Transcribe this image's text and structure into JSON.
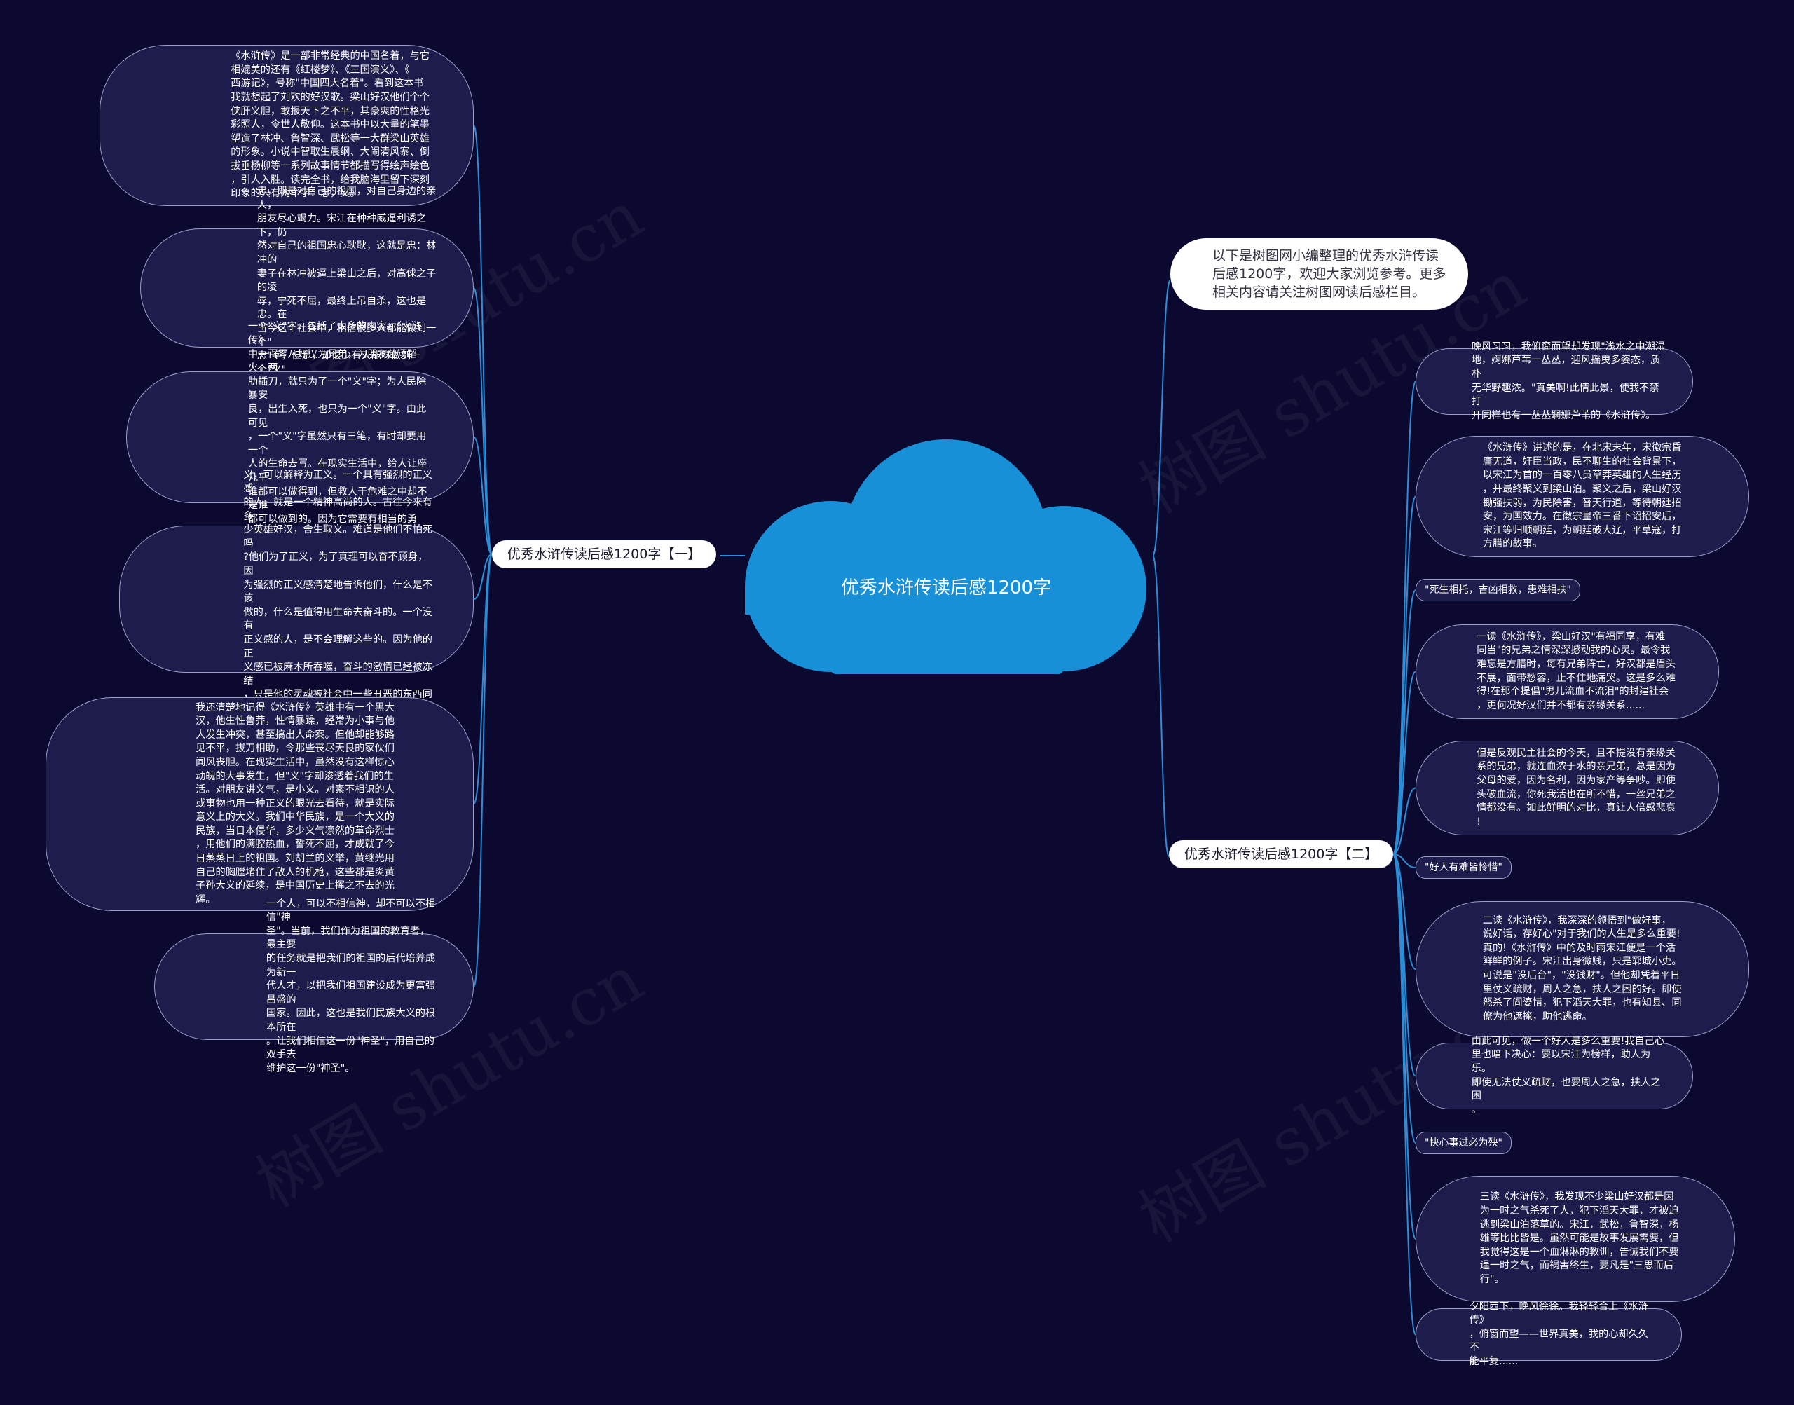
{
  "watermark": "树图 shutu.cn",
  "root": {
    "title": "优秀水浒传读后感1200字"
  },
  "intro": "以下是树图网小编整理的优秀水浒传读后感1200字，欢迎大家浏览参考。更多相关内容请关注树图网读后感栏目。",
  "left_branch": {
    "label": "优秀水浒传读后感1200字【一】",
    "nodes": [
      "《水浒传》是一部非常经典的中国名着，与它\n相媲美的还有《红楼梦》、《三国演义》、《\n西游记》，号称\"中国四大名着\"。看到这本书\n我就想起了刘欢的好汉歌。梁山好汉他们个个\n侠肝义胆，敢报天下之不平，其豪爽的性格光\n彩照人，令世人敬仰。这本书中以大量的笔墨\n塑造了林冲、鲁智深、武松等一大群梁山英雄\n的形象。小说中智取生晨纲、大闹清风寨、倒\n拔垂杨柳等一系列故事情节都描写得绘声绘色\n，引人入胜。读完全书，给我脑海里留下深刻\n印象的只有两个字：忠，义。",
      "忠，即是对自己的祖国，对自己身边的亲人，\n朋友尽心竭力。宋江在种种威逼利诱之下，仍\n然对自己的祖国忠心耿耿，这就是忠：林冲的\n妻子在林冲被逼上梁山之后，对高俅之子的凌\n辱，宁死不屈，最终上吊自杀，这也是忠。在\n当今这个社会中，相信很多人都能做到一个\"\n忠\"字，但是，却很少有人能够做到一个\"义\"\n字。",
      "一个\"义\"字，包括了太多的内容。《水浒传》\n中一百零八好汉为兄弟，为朋友赴汤蹈火，两\n肋插刀，就只为了一个\"义\"字；为人民除暴安\n良，出生入死，也只为一个\"义\"字。由此可见\n，一个\"义\"字虽然只有三笔，有时却要用一个\n人的生命去写。在现实生活中，给人让座几乎\n谁都可以做得到，但救人于危难之中却不是谁\n都可以做到的。因为它需要有相当的勇气，甚\n至是一命换一命的决心。",
      "义，可以解释为正义。一个具有强烈的正义感\n的人，就是一个精神高尚的人。古往今来有多\n少英雄好汉，舍生取义。难道是他们不怕死吗\n?他们为了正义，为了真理可以奋不顾身，因\n为强烈的正义感清楚地告诉他们，什么是不该\n做的，什么是值得用生命去奋斗的。一个没有\n正义感的人，是不会理解这些的。因为他的正\n义感已被麻木所吞噬，奋斗的激情已经被冻结\n，只是他的灵魂被社会中一些丑恶的东西同化\n了。",
      "我还清楚地记得《水浒传》英雄中有一个黑大\n汉，他生性鲁莽，性情暴躁，经常为小事与他\n人发生冲突，甚至搞出人命案。但他却能够路\n见不平，拔刀相助，令那些丧尽天良的家伙们\n闻风丧胆。在现实生活中，虽然没有这样惊心\n动魄的大事发生，但\"义\"字却渗透着我们的生\n活。对朋友讲义气，是小义。对素不相识的人\n或事物也用一种正义的眼光去看待，就是实际\n意义上的大义。我们中华民族，是一个大义的\n民族，当日本侵华，多少义气凛然的革命烈士\n，用他们的满腔热血，誓死不屈，才成就了今\n日蒸蒸日上的祖国。刘胡兰的义举，黄继光用\n自己的胸膛堵住了敌人的机枪，这些都是炎黄\n子孙大义的延续，是中国历史上挥之不去的光\n辉。",
      "一个人，可以不相信神，却不可以不相信\"神\n圣\"。当前，我们作为祖国的教育者，最主要\n的任务就是把我们的祖国的后代培养成为新一\n代人才，以把我们祖国建设成为更富强昌盛的\n国家。因此，这也是我们民族大义的根本所在\n。让我们相信这一份\"神圣\"，用自己的双手去\n维护这一份\"神圣\"。"
    ]
  },
  "right_branch": {
    "label": "优秀水浒传读后感1200字【二】",
    "items": [
      {
        "kind": "node",
        "text": "晚风习习，我俯窗而望却发现\"浅水之中潮湿\n地，婀娜芦苇一丛丛，迎风摇曳多姿态，质朴\n无华野趣浓。\"真美啊!此情此景，使我不禁打\n开同样也有一丛丛婀娜芦苇的《水浒传》。"
      },
      {
        "kind": "node",
        "text": "《水浒传》讲述的是，在北宋末年，宋徽宗昏\n庸无道，奸臣当政，民不聊生的社会背景下，\n以宋江为首的一百零八员草莽英雄的人生经历\n，并最终聚义到梁山泊。聚义之后，梁山好汉\n锄强扶弱，为民除害，替天行道，等待朝廷招\n安，为国效力。在徽宗皇帝三番下诏招安后，\n宋江等归顺朝廷，为朝廷破大辽，平草寇，打\n方腊的故事。"
      },
      {
        "kind": "tag",
        "text": "\"死生相托，吉凶相救，患难相扶\""
      },
      {
        "kind": "node",
        "text": "一读《水浒传》，梁山好汉\"有福同享，有难\n同当\"的兄弟之情深深撼动我的心灵。最令我\n难忘是方腊时，每有兄弟阵亡，好汉都是眉头\n不展，面带愁容，止不住地痛哭。这是多么难\n得!在那个提倡\"男儿流血不流泪\"的封建社会\n，更何况好汉们并不都有亲缘关系......"
      },
      {
        "kind": "node",
        "text": "但是反观民主社会的今天，且不提没有亲缘关\n系的兄弟，就连血浓于水的亲兄弟，总是因为\n父母的爱，因为名利，因为家产等争吵。即便\n头破血流，你死我活也在所不惜，一丝兄弟之\n情都没有。如此鲜明的对比，真让人倍感悲哀\n!"
      },
      {
        "kind": "tag",
        "text": "\"好人有难皆怜惜\""
      },
      {
        "kind": "node",
        "text": "二读《水浒传》，我深深的领悟到\"做好事，\n说好话，存好心\"对于我们的人生是多么重要!\n真的!《水浒传》中的及时雨宋江便是一个活\n鲜鲜的例子。宋江出身微贱，只是郓城小吏。\n可说是\"没后台\"，\"没钱财\"。但他却凭着平日\n里仗义疏财，周人之急，扶人之困的好。即使\n怒杀了阎婆惜，犯下滔天大罪，也有知县、同\n僚为他遮掩，助他逃命。"
      },
      {
        "kind": "node",
        "text": "由此可见，做一个好人是多么重要!我自己心\n里也暗下决心：要以宋江为榜样，助人为乐。\n即使无法仗义疏财，也要周人之急，扶人之困\n。"
      },
      {
        "kind": "tag",
        "text": "\"快心事过必为殃\""
      },
      {
        "kind": "node",
        "text": "三读《水浒传》，我发现不少梁山好汉都是因\n为一时之气杀死了人，犯下滔天大罪，才被迫\n逃到梁山泊落草的。宋江，武松，鲁智深，杨\n雄等比比皆是。虽然可能是故事发展需要，但\n我觉得这是一个血淋淋的教训，告诫我们不要\n逞一时之气，而祸害终生，要凡是\"三思而后\n行\"。"
      },
      {
        "kind": "node",
        "text": "夕阳西下，晚风徐徐。我轻轻合上《水浒传》\n，俯窗而望——世界真美，我的心却久久不\n能平复......"
      }
    ]
  },
  "colors": {
    "background": "#0b0930",
    "cloud": "#1790d8",
    "node_fill": "#1e1c4c",
    "node_border": "#9aa0c8",
    "link": "#2a8fd8"
  }
}
